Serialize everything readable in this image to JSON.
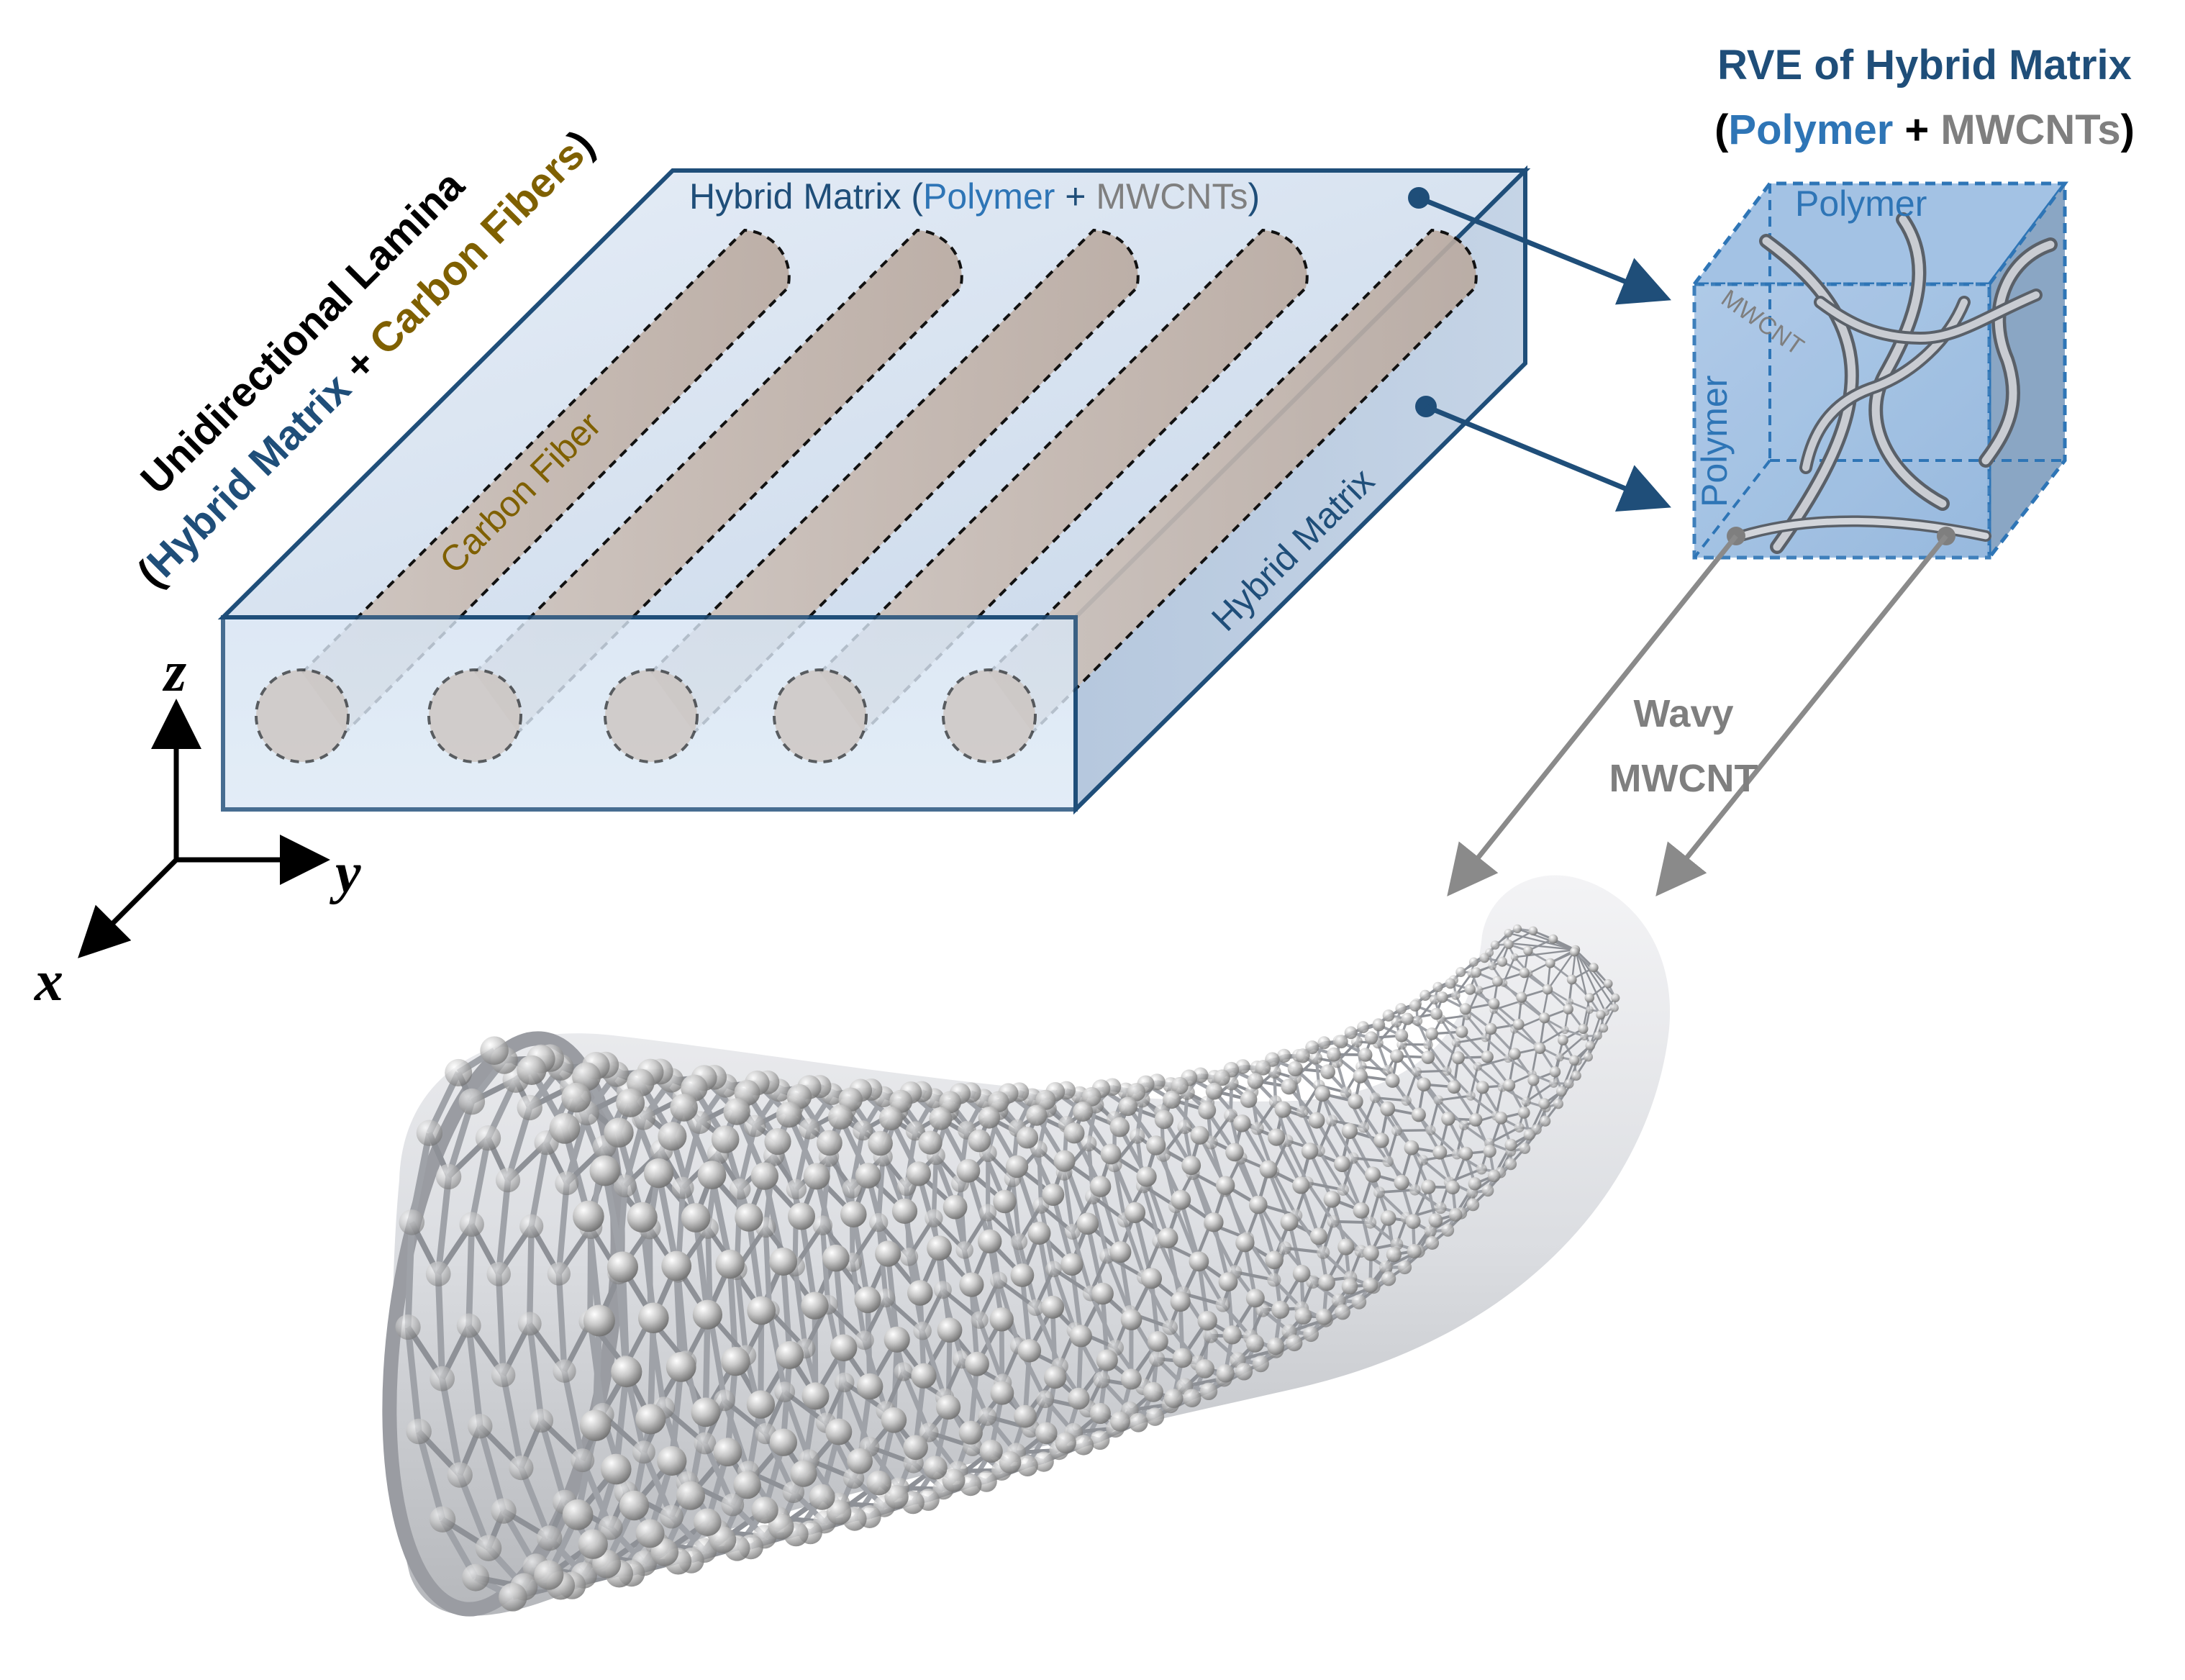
{
  "lamina": {
    "title_line1": "Unidirectional Lamina",
    "title_open": "(",
    "title_hybrid": "Hybrid Matrix",
    "title_plus": " + ",
    "title_fibers": "Carbon Fibers",
    "title_close": ")",
    "top_label_prefix": "Hybrid Matrix (",
    "top_label_polymer": "Polymer",
    "top_label_plus": " + ",
    "top_label_mwcnts": "MWCNTs",
    "top_label_suffix": ")",
    "fiber_label": "Carbon Fiber",
    "side_label": "Hybrid Matrix"
  },
  "rve": {
    "title_line1": "RVE of Hybrid Matrix",
    "title_open": "(",
    "title_polymer": "Polymer",
    "title_plus": " + ",
    "title_mwcnts": "MWCNTs",
    "title_close": ")",
    "polymer_top": "Polymer",
    "polymer_side": "Polymer",
    "mwcnt_label": "MWCNT"
  },
  "wavy": {
    "line1": "Wavy",
    "line2": "MWCNT"
  },
  "axes": {
    "x": "x",
    "y": "y",
    "z": "z"
  },
  "colors": {
    "hybrid_blue": "#1f4e79",
    "polymer_blue": "#2e75b6",
    "carbon_brown": "#7f6000",
    "mwcnt_gray": "#7f7f7f",
    "box_edge": "#1f4e79"
  }
}
